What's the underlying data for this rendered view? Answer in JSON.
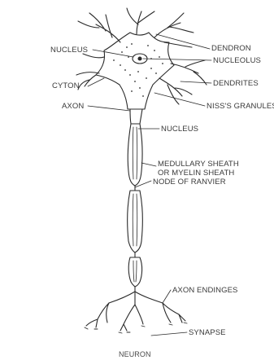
{
  "diagram": {
    "caption": "NEURON",
    "labels": {
      "nucleus_top": "NUCLEUS",
      "dendron": "DENDRON",
      "nucleolus": "NUCLEOLUS",
      "cyton": "CYTON",
      "dendrites": "DENDRITES",
      "axon": "AXON",
      "niss_granules": "NISS'S GRANULES",
      "nucleus_axon": "NUCLEUS",
      "medullary_sheath_1": "MEDULLARY SHEATH",
      "medullary_sheath_2": "OR MYELIN SHEATH",
      "node_of_ranvier": "NODE OF RANVIER",
      "axon_endings": "AXON ENDINGES",
      "synapse": "SYNAPSE"
    }
  }
}
